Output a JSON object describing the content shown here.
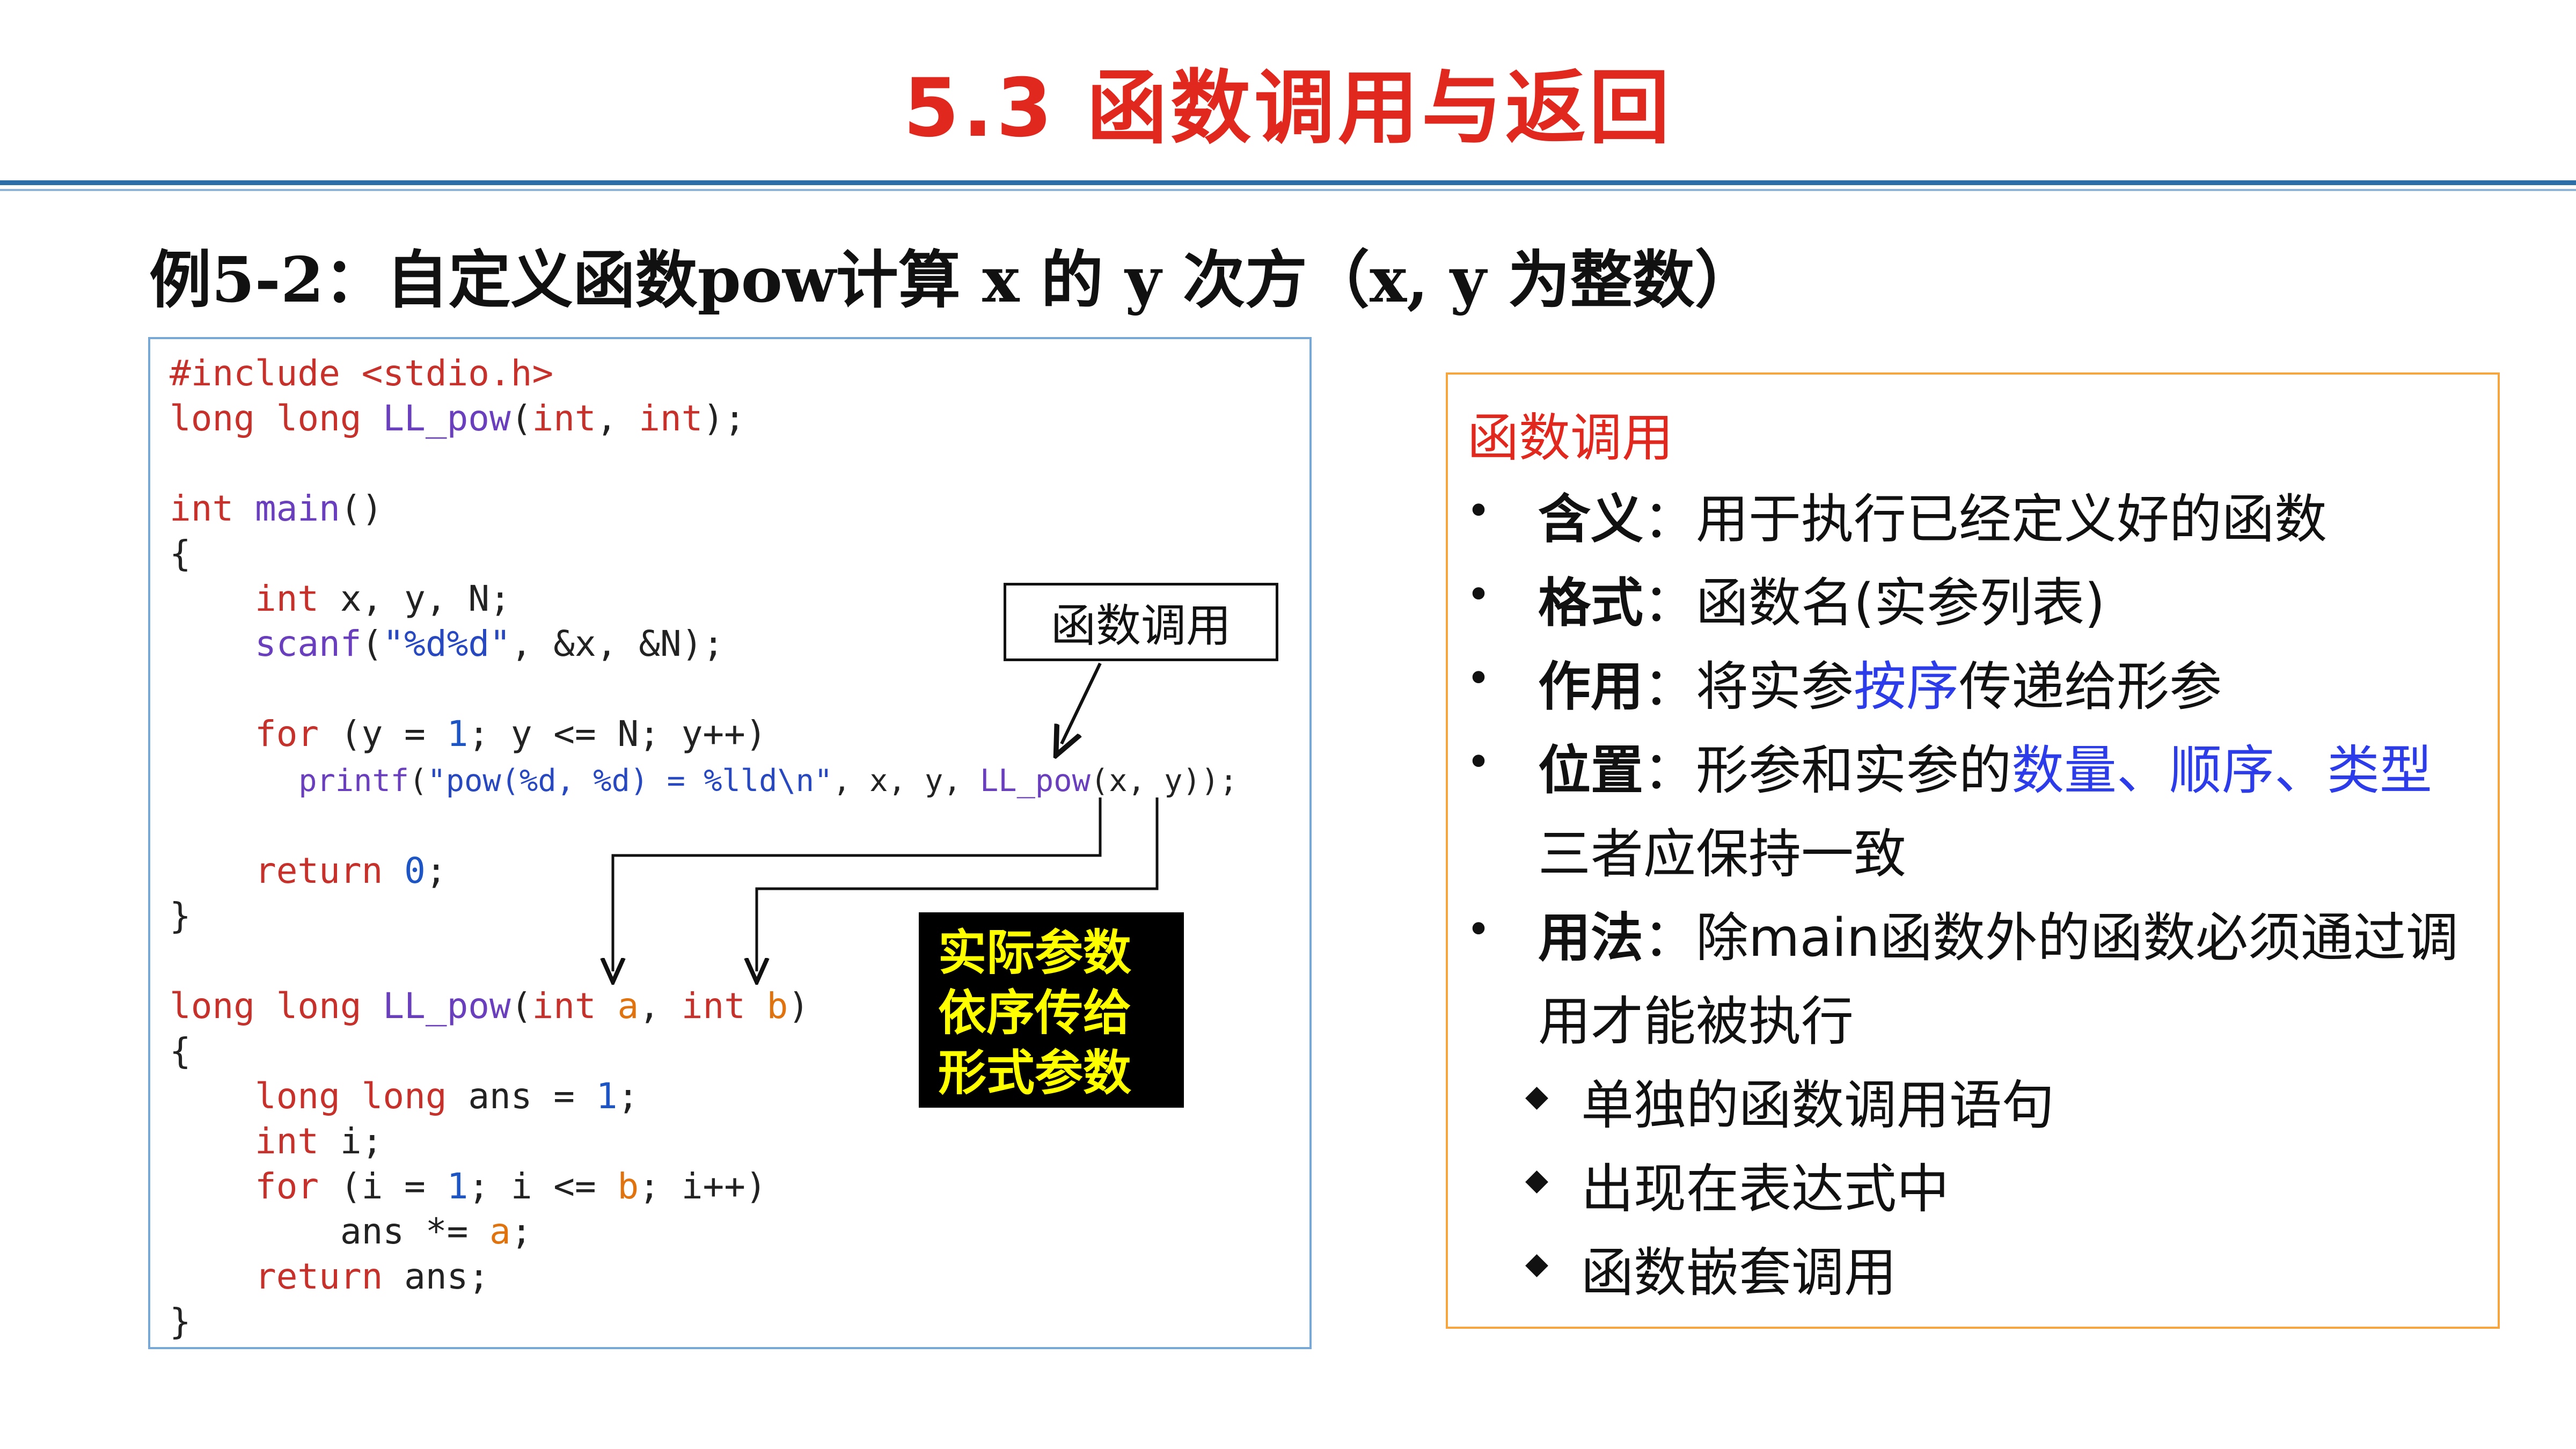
{
  "slide": {
    "title": "5.3 函数调用与返回",
    "subtitle": "例5-2：自定义函数pow计算 x 的 y 次方（x, y 为整数）"
  },
  "code": {
    "line1": "#include <stdio.h>",
    "line2_kw": "long long ",
    "line2_fn": "LL_pow",
    "line2_rest_a": "(",
    "line2_int1": "int",
    "line2_rest_b": ", ",
    "line2_int2": "int",
    "line2_rest_c": ");",
    "main_kw": "int ",
    "main_fn": "main",
    "main_rest": "()",
    "brace_open": "{",
    "decl_kw": "int",
    "decl_rest": " x, y, N;",
    "scanf_fn": "scanf",
    "scanf_p1": "(",
    "scanf_str": "\"%d%d\"",
    "scanf_rest": ", &x, &N);",
    "for_kw": "for",
    "for_a": " (y = ",
    "for_num1": "1",
    "for_b": "; y <= N; y++)",
    "printf_fn": "printf",
    "printf_p1": "(",
    "printf_str": "\"pow(%d, %d) = %lld\\n\"",
    "printf_rest": ", x, y, ",
    "printf_call": "LL_pow",
    "printf_end": "(x, y));",
    "return_kw": "return",
    "return_sp": " ",
    "return_num": "0",
    "return_semi": ";",
    "brace_close": "}",
    "def_kw": "long long ",
    "def_fn": "LL_pow",
    "def_p": "(",
    "def_int1": "int ",
    "def_a": "a",
    "def_comma": ", ",
    "def_int2": "int ",
    "def_b": "b",
    "def_end": ")",
    "ans_kw": "long long",
    "ans_rest": " ans = ",
    "ans_num": "1",
    "ans_semi": ";",
    "i_kw": "int",
    "i_rest": " i;",
    "for2_kw": "for",
    "for2_a": " (i = ",
    "for2_num": "1",
    "for2_b": "; i <= ",
    "for2_var": "b",
    "for2_c": "; i++)",
    "mul_a": "ans *= ",
    "mul_var": "a",
    "mul_semi": ";",
    "ret2_kw": "return",
    "ret2_rest": " ans;"
  },
  "callout_label": "函数调用",
  "param_note": [
    "实际参数",
    "依序传给",
    "形式参数"
  ],
  "panel": {
    "title": "函数调用",
    "items": [
      {
        "term": "含义",
        "colon": "：",
        "parts": [
          {
            "t": "用于执行已经定义好的函数",
            "blue": false
          }
        ]
      },
      {
        "term": "格式",
        "colon": "：",
        "parts": [
          {
            "t": "函数名(实参列表)",
            "blue": false
          }
        ]
      },
      {
        "term": "作用",
        "colon": "：",
        "parts": [
          {
            "t": "将实参",
            "blue": false
          },
          {
            "t": "按序",
            "blue": true
          },
          {
            "t": "传递给形参",
            "blue": false
          }
        ]
      },
      {
        "term": "位置",
        "colon": "：",
        "parts": [
          {
            "t": "形参和实参的",
            "blue": false
          },
          {
            "t": "数量、顺序、类型",
            "blue": true
          }
        ],
        "cont": "三者应保持一致"
      },
      {
        "term": "用法",
        "colon": "：",
        "parts": [
          {
            "t": "除main函数外的函数必须通过调",
            "blue": false
          }
        ],
        "cont": "用才能被执行"
      }
    ],
    "subitems": [
      "单独的函数调用语句",
      "出现在表达式中",
      "函数嵌套调用"
    ],
    "bullet": "•",
    "diamond": "◆"
  },
  "colors": {
    "title_red": "#e0281e",
    "keyword_red": "#c6312b",
    "function_purple": "#6a3fbe",
    "number_blue": "#1d55c4",
    "param_orange": "#e0730e",
    "highlight_blue": "#2c3ce8",
    "note_yellow": "#ffff00",
    "code_border": "#7aa8d4",
    "panel_border": "#f5a640",
    "rule_blue": "#2b6ea8"
  }
}
